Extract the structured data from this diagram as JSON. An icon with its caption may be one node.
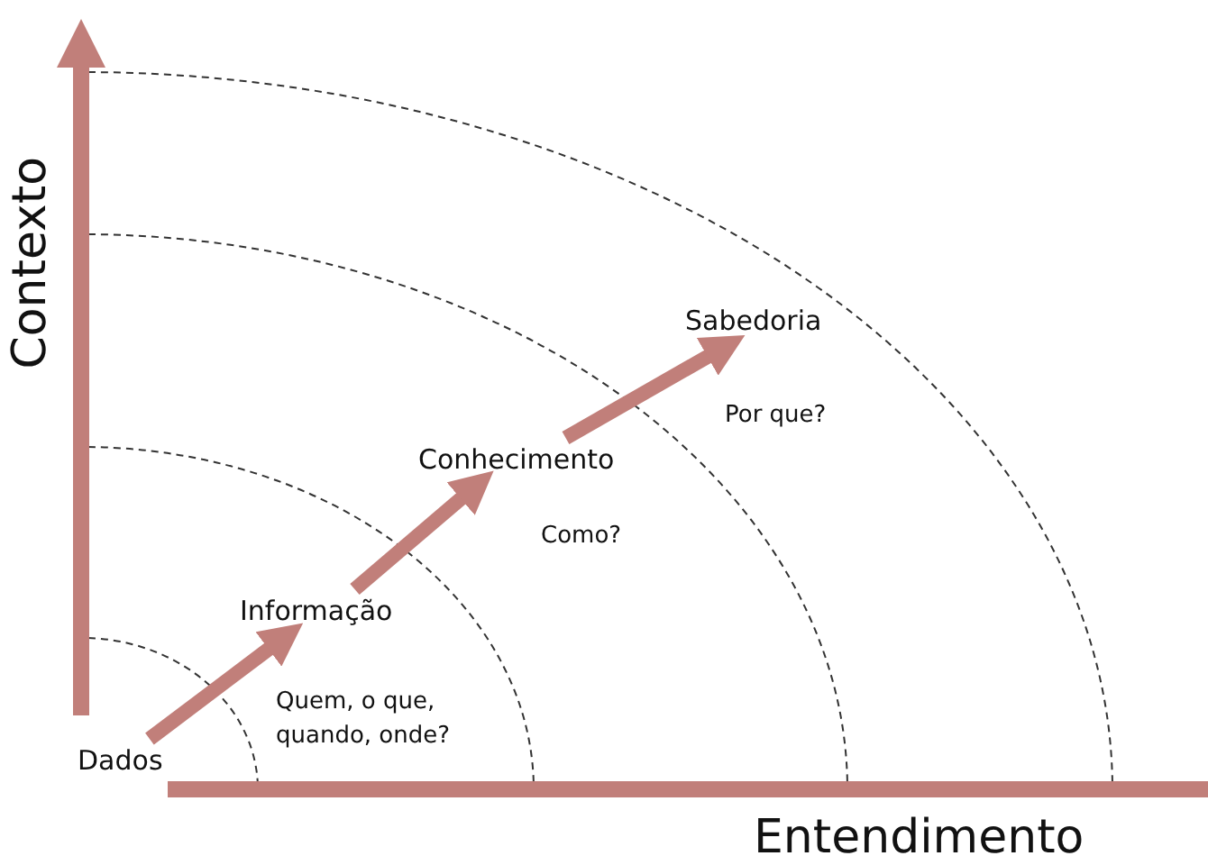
{
  "diagram": {
    "nodes": [
      {
        "text": [
          "Dados"
        ]
      },
      {
        "text": [
          "Informação"
        ],
        "beside": [
          "Quem, o que, quando, onde?"
        ]
      },
      {
        "text": [
          "Conhecimento"
        ],
        "beside": [
          "Como?"
        ]
      },
      {
        "text": [
          "Sabedoria"
        ],
        "beside": [
          "Por que?"
        ]
      }
    ],
    "edges": [
      {
        "from": 0,
        "to": 1,
        "arrow": "to"
      },
      {
        "from": 1,
        "to": 2,
        "arrow": "to"
      },
      {
        "from": 2,
        "to": 3,
        "arrow": "to"
      }
    ],
    "labels": [
      "Contexto",
      "Entendimento"
    ]
  }
}
